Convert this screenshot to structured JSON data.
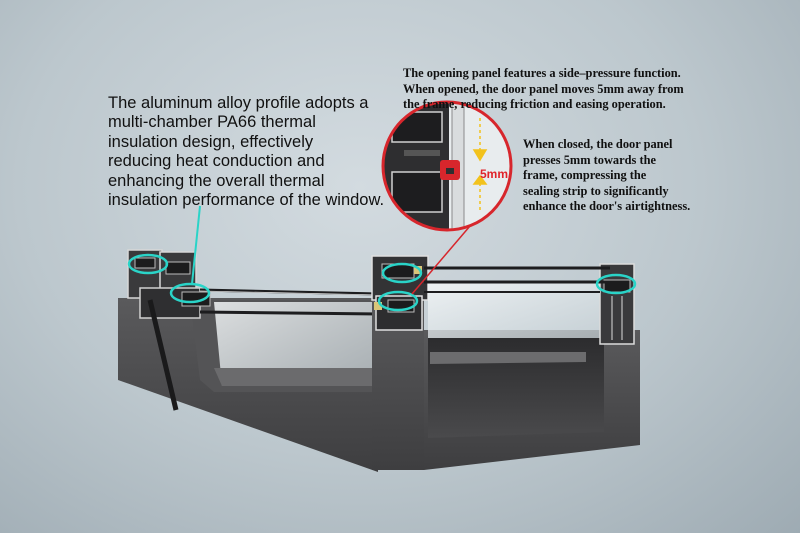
{
  "annotations": {
    "thermal_insulation": {
      "lines": [
        "The aluminum alloy profile adopts a",
        "multi-chamber PA66 thermal",
        "insulation design, effectively",
        "reducing heat conduction and",
        "enhancing the overall thermal",
        "insulation performance of the window."
      ]
    },
    "side_pressure": {
      "lines": [
        "The opening panel features a side–pressure function.",
        "When opened, the door panel moves 5mm away from",
        "the frame, reducing friction and easing operation."
      ]
    },
    "airtightness": {
      "lines": [
        "When closed, the door panel",
        "presses 5mm towards the",
        "frame, compressing the",
        "sealing strip to significantly",
        "enhance the door's airtightness."
      ]
    }
  },
  "detail_callout": {
    "dimension_label": "5mm"
  },
  "colors": {
    "background": "#bcc7cd",
    "profile_dark": "#4a4a4c",
    "highlight_ring": "#2ad4c8",
    "callout_red": "#d7262c",
    "dimension_arrow": "#f2c21c"
  },
  "icons": [
    "thermal-break-highlight-ring",
    "magnifier-callout-circle",
    "dimension-arrows"
  ]
}
